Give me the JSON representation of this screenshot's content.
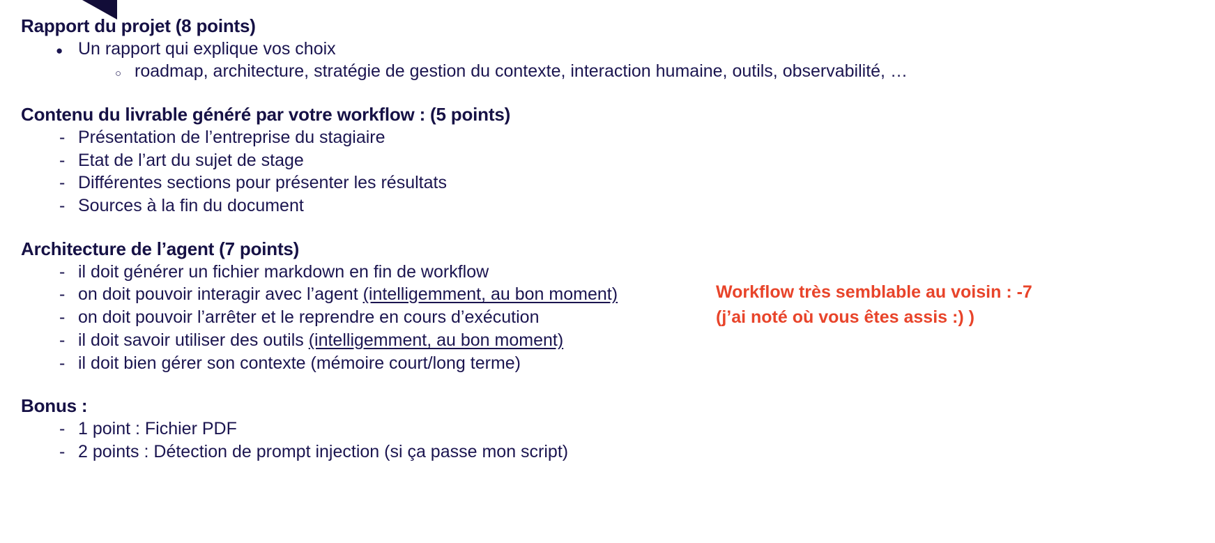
{
  "slide": {
    "background_color": "#ffffff",
    "text_color": "#161145",
    "accent_color": "#e8442a",
    "decoration": {
      "shape": "triangle",
      "color": "#120d38"
    }
  },
  "sections": [
    {
      "heading": "Rapport du projet  (8 points)",
      "items": [
        {
          "level": 1,
          "marker": "●",
          "text": "Un rapport qui explique vos choix"
        },
        {
          "level": 2,
          "marker": "○",
          "text": "roadmap, architecture, stratégie de gestion du contexte, interaction humaine, outils, observabilité, …"
        }
      ]
    },
    {
      "heading": "Contenu du livrable généré par votre workflow : (5 points)",
      "items": [
        {
          "level": 1,
          "marker": "-",
          "text": "Présentation de l’entreprise du stagiaire"
        },
        {
          "level": 1,
          "marker": "-",
          "text": "Etat de l’art du sujet de stage"
        },
        {
          "level": 1,
          "marker": "-",
          "text": "Différentes sections pour présenter les résultats"
        },
        {
          "level": 1,
          "marker": "-",
          "text": "Sources à la fin du document"
        }
      ]
    },
    {
      "heading": "Architecture de l’agent (7 points)",
      "items": [
        {
          "level": 1,
          "marker": "-",
          "text": "il doit générer un fichier markdown en fin de workflow"
        },
        {
          "level": 1,
          "marker": "-",
          "text_plain": "on doit pouvoir interagir avec l’agent ",
          "text_underlined": "(intelligemment, au bon moment)"
        },
        {
          "level": 1,
          "marker": "-",
          "text": "on doit pouvoir l’arrêter et le reprendre en cours d’exécution"
        },
        {
          "level": 1,
          "marker": "-",
          "text_plain": "il doit savoir utiliser des outils ",
          "text_underlined": "(intelligemment, au bon moment)"
        },
        {
          "level": 1,
          "marker": "-",
          "text": "il doit bien gérer son contexte (mémoire court/long terme)"
        }
      ]
    },
    {
      "heading": "Bonus :",
      "items": [
        {
          "level": 1,
          "marker": "-",
          "text": "1 point : Fichier PDF"
        },
        {
          "level": 1,
          "marker": "-",
          "text": "2 points : Détection de prompt injection (si ça passe mon script)"
        }
      ]
    }
  ],
  "annotation": {
    "line1": "Workflow très semblable au voisin : -7",
    "line2": "(j’ai noté où vous êtes assis :) )"
  }
}
